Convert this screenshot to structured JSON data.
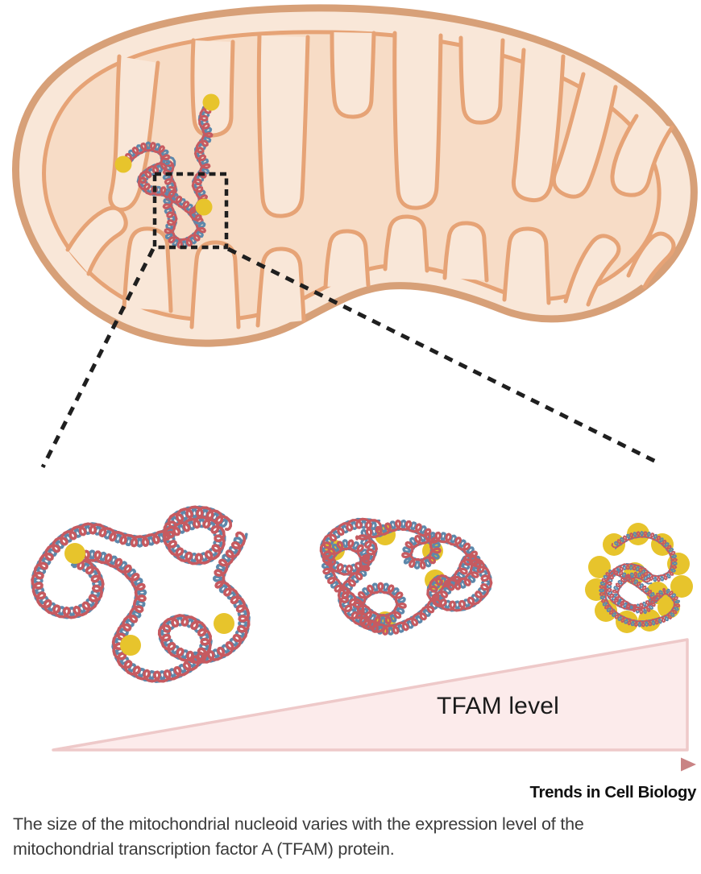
{
  "figure": {
    "labels": {
      "tfam_level": "TFAM level",
      "journal": "Trends in Cell Biology"
    },
    "caption": {
      "line1": "The size of the mitochondrial nucleoid varies with the expression level of the",
      "line2": "mitochondrial transcription factor A (TFAM) protein."
    },
    "colors": {
      "outer_membrane_stroke": "#d7a078",
      "membrane_fill": "#f9e7d8",
      "matrix_fill": "#f7dcc6",
      "inner_membrane_stroke": "#e6a376",
      "dna_red": "#c65a60",
      "dna_blue": "#5d88ab",
      "tfam_yellow": "#e7c42c",
      "zoom_line": "#1f1f1f",
      "triangle_fill": "#fcebeb",
      "triangle_stroke": "#eec9c9",
      "arrow": "#c98384",
      "caption_text": "#3b3b3b",
      "label_text": "#1a1a1a"
    },
    "nucleoid_in_mitochondrion": {
      "tfam_count": 3
    },
    "stages": [
      {
        "tfam_count": 3
      },
      {
        "tfam_count": 5
      },
      {
        "tfam_count": 13
      }
    ]
  }
}
